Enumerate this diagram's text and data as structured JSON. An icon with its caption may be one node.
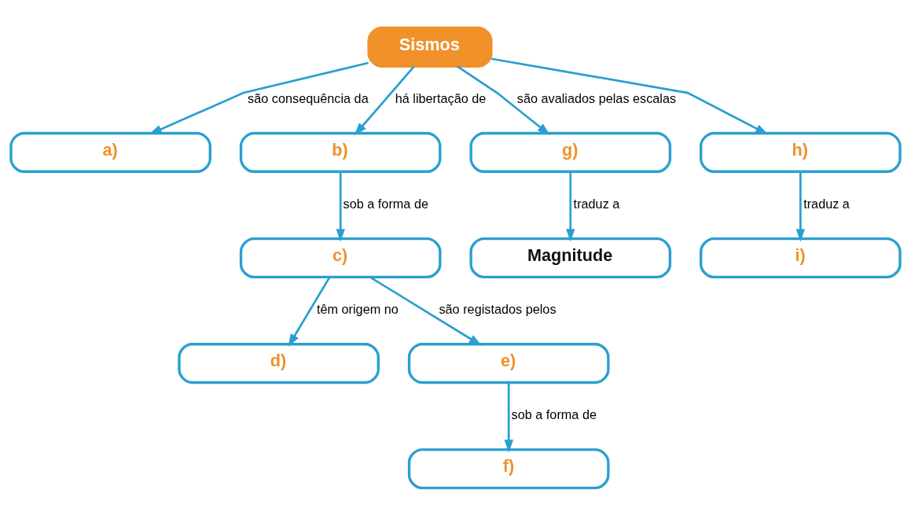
{
  "diagram": {
    "nodes": [
      {
        "text": [
          "Sismos"
        ]
      },
      {
        "text": [
          "a)"
        ]
      },
      {
        "text": [
          "b)"
        ]
      },
      {
        "text": [
          "c)"
        ]
      },
      {
        "text": [
          "d)"
        ]
      },
      {
        "text": [
          "e)"
        ]
      },
      {
        "text": [
          "f)"
        ]
      },
      {
        "text": [
          "g)"
        ]
      },
      {
        "text": [
          "h)"
        ]
      },
      {
        "text": [
          "Magnitude"
        ]
      },
      {
        "text": [
          "i)"
        ]
      }
    ],
    "edges": [
      {
        "from": 0,
        "to": 1,
        "arrow": "to",
        "label": "são consequência da"
      },
      {
        "from": 0,
        "to": 2,
        "arrow": "to",
        "label": "há libertação de"
      },
      {
        "from": 0,
        "to": 7,
        "arrow": "to",
        "label": "são avaliados pelas escalas"
      },
      {
        "from": 0,
        "to": 8,
        "arrow": "to"
      },
      {
        "from": 2,
        "to": 3,
        "arrow": "to",
        "label": "sob a forma de"
      },
      {
        "from": 3,
        "to": 4,
        "arrow": "to",
        "label": "têm origem no"
      },
      {
        "from": 3,
        "to": 5,
        "arrow": "to",
        "label": "são registados pelos"
      },
      {
        "from": 5,
        "to": 6,
        "arrow": "to",
        "label": "sob a forma de"
      },
      {
        "from": 7,
        "to": 9,
        "arrow": "to",
        "label": "traduz a"
      },
      {
        "from": 8,
        "to": 10,
        "arrow": "to",
        "label": "traduz a"
      }
    ]
  }
}
